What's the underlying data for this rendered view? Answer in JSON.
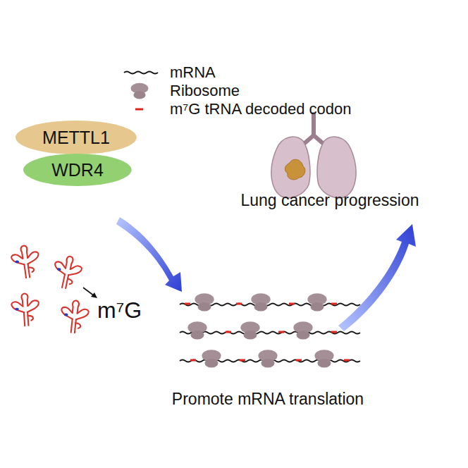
{
  "diagram": {
    "nodes": [
      {
        "text": [
          "METTL1"
        ]
      },
      {
        "text": [
          "WDR4"
        ]
      }
    ],
    "labels": [
      "m⁷G",
      "Promote mRNA translation",
      "Lung cancer progression"
    ],
    "legend": [
      {
        "text": "mRNA"
      },
      {
        "text": "Ribosome"
      },
      {
        "text": "m⁷G tRNA decoded codon"
      }
    ]
  }
}
